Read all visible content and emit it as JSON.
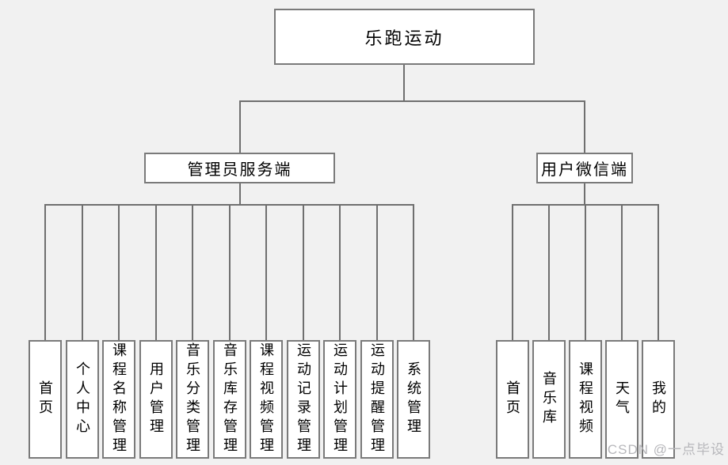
{
  "page": {
    "background_color": "#f1f1f1"
  },
  "diagram": {
    "type": "org-tree",
    "root": {
      "label": "乐跑运动"
    },
    "branches": [
      {
        "label": "管理员服务端",
        "children": [
          "首页",
          "个人中心",
          "课程名称管理",
          "用户管理",
          "音乐分类管理",
          "音乐库存管理",
          "课程视频管理",
          "运动记录管理",
          "运动计划管理",
          "运动提醒管理",
          "系统管理"
        ]
      },
      {
        "label": "用户微信端",
        "children": [
          "首页",
          "音乐库",
          "课程视频",
          "天气",
          "我的"
        ]
      }
    ],
    "colors": {
      "node_fill": "#ffffff",
      "node_border": "#7a7a7a",
      "connector_line": "#6f6f6f",
      "text": "#000000"
    }
  },
  "watermark": {
    "text": "CSDN @一点毕设",
    "color": "#b7b7bb"
  }
}
